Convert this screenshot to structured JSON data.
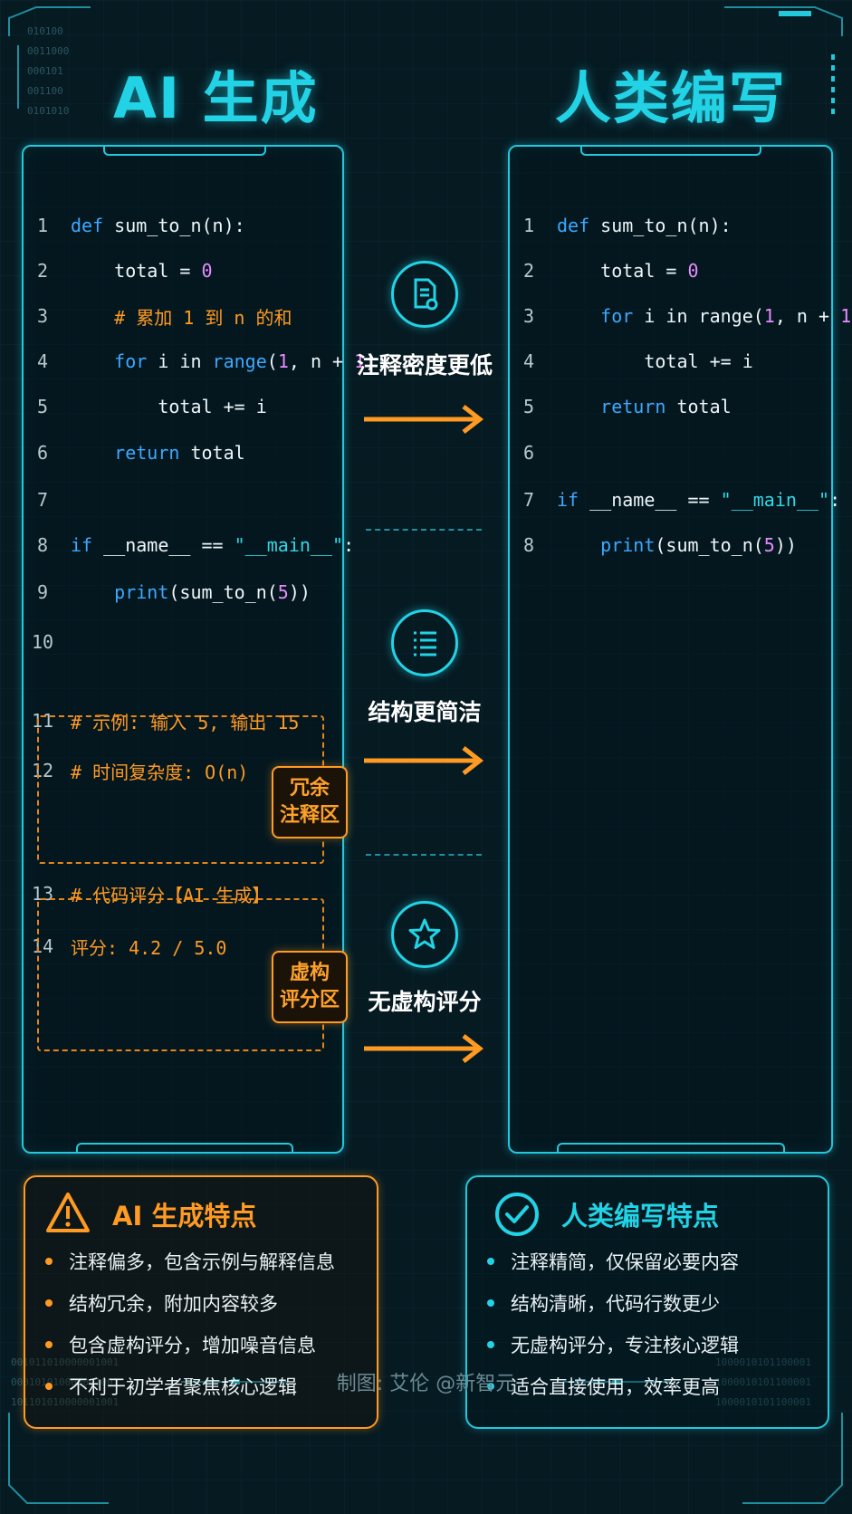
{
  "titles": {
    "left": "AI 生成",
    "right": "人类编写"
  },
  "left_code": [
    {
      "n": "1",
      "parts": [
        [
          "kw",
          "def"
        ],
        [
          "plain",
          " sum_to_n(n):"
        ]
      ]
    },
    {
      "n": "2",
      "parts": [
        [
          "plain",
          "    total = "
        ],
        [
          "num",
          "0"
        ]
      ]
    },
    {
      "n": "3",
      "parts": [
        [
          "comment",
          "    # 累加 1 到 n 的和"
        ]
      ]
    },
    {
      "n": "4",
      "parts": [
        [
          "kw",
          "    for"
        ],
        [
          "plain",
          " i in "
        ],
        [
          "kw",
          "range"
        ],
        [
          "plain",
          "("
        ],
        [
          "num",
          "1"
        ],
        [
          "plain",
          ", n + "
        ],
        [
          "num",
          "1"
        ],
        [
          "plain",
          "):"
        ]
      ]
    },
    {
      "n": "5",
      "parts": [
        [
          "plain",
          "        total += i"
        ]
      ]
    },
    {
      "n": "6",
      "parts": [
        [
          "kw",
          "    return"
        ],
        [
          "plain",
          " total"
        ]
      ]
    },
    {
      "n": "7",
      "parts": []
    },
    {
      "n": "8",
      "parts": [
        [
          "kw",
          "if"
        ],
        [
          "plain",
          " __name__ == "
        ],
        [
          "str",
          "\"__main__\""
        ],
        [
          "plain",
          ":"
        ]
      ]
    },
    {
      "n": "9",
      "parts": [
        [
          "kw",
          "    print"
        ],
        [
          "plain",
          "(sum_to_n("
        ],
        [
          "num",
          "5"
        ],
        [
          "plain",
          "))"
        ]
      ]
    },
    {
      "n": "10",
      "parts": []
    },
    {
      "n": "11",
      "parts": [
        [
          "comment",
          "# 示例: 输入 5, 输出 15"
        ]
      ]
    },
    {
      "n": "12",
      "parts": [
        [
          "comment",
          "# 时间复杂度: O(n)"
        ]
      ]
    },
    {
      "n": "13",
      "parts": [
        [
          "comment",
          "# 代码评分【AI 生成】"
        ]
      ]
    },
    {
      "n": "14",
      "parts": [
        [
          "comment",
          "评分: 4.2 / 5.0"
        ]
      ]
    }
  ],
  "right_code": [
    {
      "n": "1",
      "parts": [
        [
          "kw",
          "def"
        ],
        [
          "plain",
          " sum_to_n(n):"
        ]
      ]
    },
    {
      "n": "2",
      "parts": [
        [
          "plain",
          "    total = "
        ],
        [
          "num",
          "0"
        ]
      ]
    },
    {
      "n": "3",
      "parts": [
        [
          "kw",
          "    for"
        ],
        [
          "plain",
          " i in range("
        ],
        [
          "num",
          "1"
        ],
        [
          "plain",
          ", n + "
        ],
        [
          "num",
          "1"
        ],
        [
          "plain",
          "):"
        ]
      ]
    },
    {
      "n": "4",
      "parts": [
        [
          "plain",
          "        total += i"
        ]
      ]
    },
    {
      "n": "5",
      "parts": [
        [
          "kw",
          "    return"
        ],
        [
          "plain",
          " total"
        ]
      ]
    },
    {
      "n": "6",
      "parts": []
    },
    {
      "n": "7",
      "parts": [
        [
          "kw",
          "if"
        ],
        [
          "plain",
          " __name__ == "
        ],
        [
          "str",
          "\"__main__\""
        ],
        [
          "plain",
          ":"
        ]
      ]
    },
    {
      "n": "8",
      "parts": [
        [
          "kw",
          "    print"
        ],
        [
          "plain",
          "(sum_to_n("
        ],
        [
          "num",
          "5"
        ],
        [
          "plain",
          "))"
        ]
      ]
    }
  ],
  "badges": {
    "redundant": [
      "冗余",
      "注释区"
    ],
    "fake_score": [
      "虚构",
      "评分区"
    ]
  },
  "features": [
    {
      "label": "注释密度更低",
      "icon": "document-icon"
    },
    {
      "label": "结构更简洁",
      "icon": "list-icon"
    },
    {
      "label": "无虚构评分",
      "icon": "star-icon"
    }
  ],
  "ai_card": {
    "title": "AI 生成特点",
    "items": [
      "注释偏多，包含示例与解释信息",
      "结构冗余，附加内容较多",
      "包含虚构评分，增加噪音信息",
      "不利于初学者聚焦核心逻辑"
    ]
  },
  "human_card": {
    "title": "人类编写特点",
    "items": [
      "注释精简，仅保留必要内容",
      "结构清晰，代码行数更少",
      "无虚构评分，专注核心逻辑",
      "适合直接使用，效率更高"
    ]
  },
  "footer": "制图: 艾伦 @新智元",
  "binary_decor": {
    "top_left": "010100\n0011000\n000101\n001100\n0101010",
    "bottom_left": "001011010000001001\n000101010000001001\n101101010000001001",
    "bottom_right": "1000010101100001\n1000010101100001\n1000010101100001"
  },
  "colors": {
    "cyan": "#22d3e6",
    "orange": "#ff9a22",
    "keyword": "#3da8ff",
    "number": "#e98bff",
    "background": "#061a22"
  }
}
